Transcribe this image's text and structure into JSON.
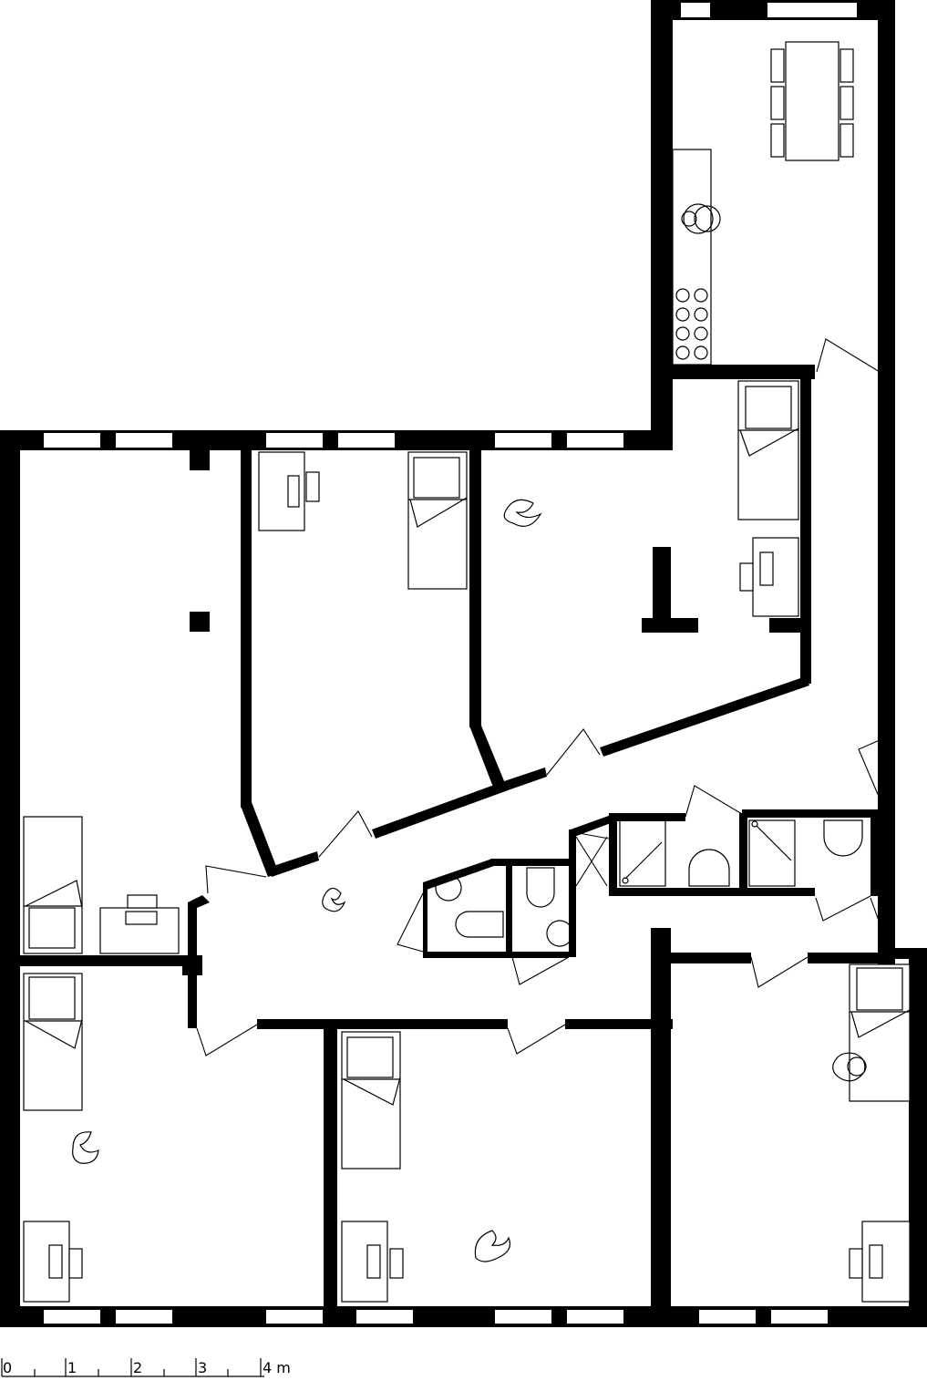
{
  "scale_bar": {
    "ticks": [
      "0",
      "1",
      "2",
      "3",
      "4 m"
    ]
  },
  "rooms": [
    {
      "id": "kitchen-dining",
      "furniture": [
        "dining-table",
        "kitchen-counter",
        "sink",
        "stove"
      ]
    },
    {
      "id": "living-room",
      "furniture": [
        "bed",
        "desk"
      ]
    },
    {
      "id": "bedroom-1",
      "furniture": [
        "desk",
        "bed"
      ]
    },
    {
      "id": "bedroom-2",
      "furniture": [
        "bed",
        "desk",
        "chair"
      ]
    },
    {
      "id": "bedroom-3",
      "furniture": [
        "bed",
        "desk",
        "chair"
      ]
    },
    {
      "id": "bedroom-4",
      "furniture": [
        "bed",
        "desk",
        "chair"
      ]
    },
    {
      "id": "bedroom-5",
      "furniture": [
        "bed",
        "desk",
        "chair"
      ]
    },
    {
      "id": "hallway",
      "furniture": []
    },
    {
      "id": "wc-1",
      "furniture": [
        "toilet",
        "basin"
      ]
    },
    {
      "id": "wc-2",
      "furniture": [
        "toilet",
        "basin"
      ]
    },
    {
      "id": "shower-room-1",
      "furniture": [
        "shower",
        "toilet"
      ]
    },
    {
      "id": "shower-room-2",
      "furniture": [
        "shower",
        "toilet"
      ]
    }
  ]
}
